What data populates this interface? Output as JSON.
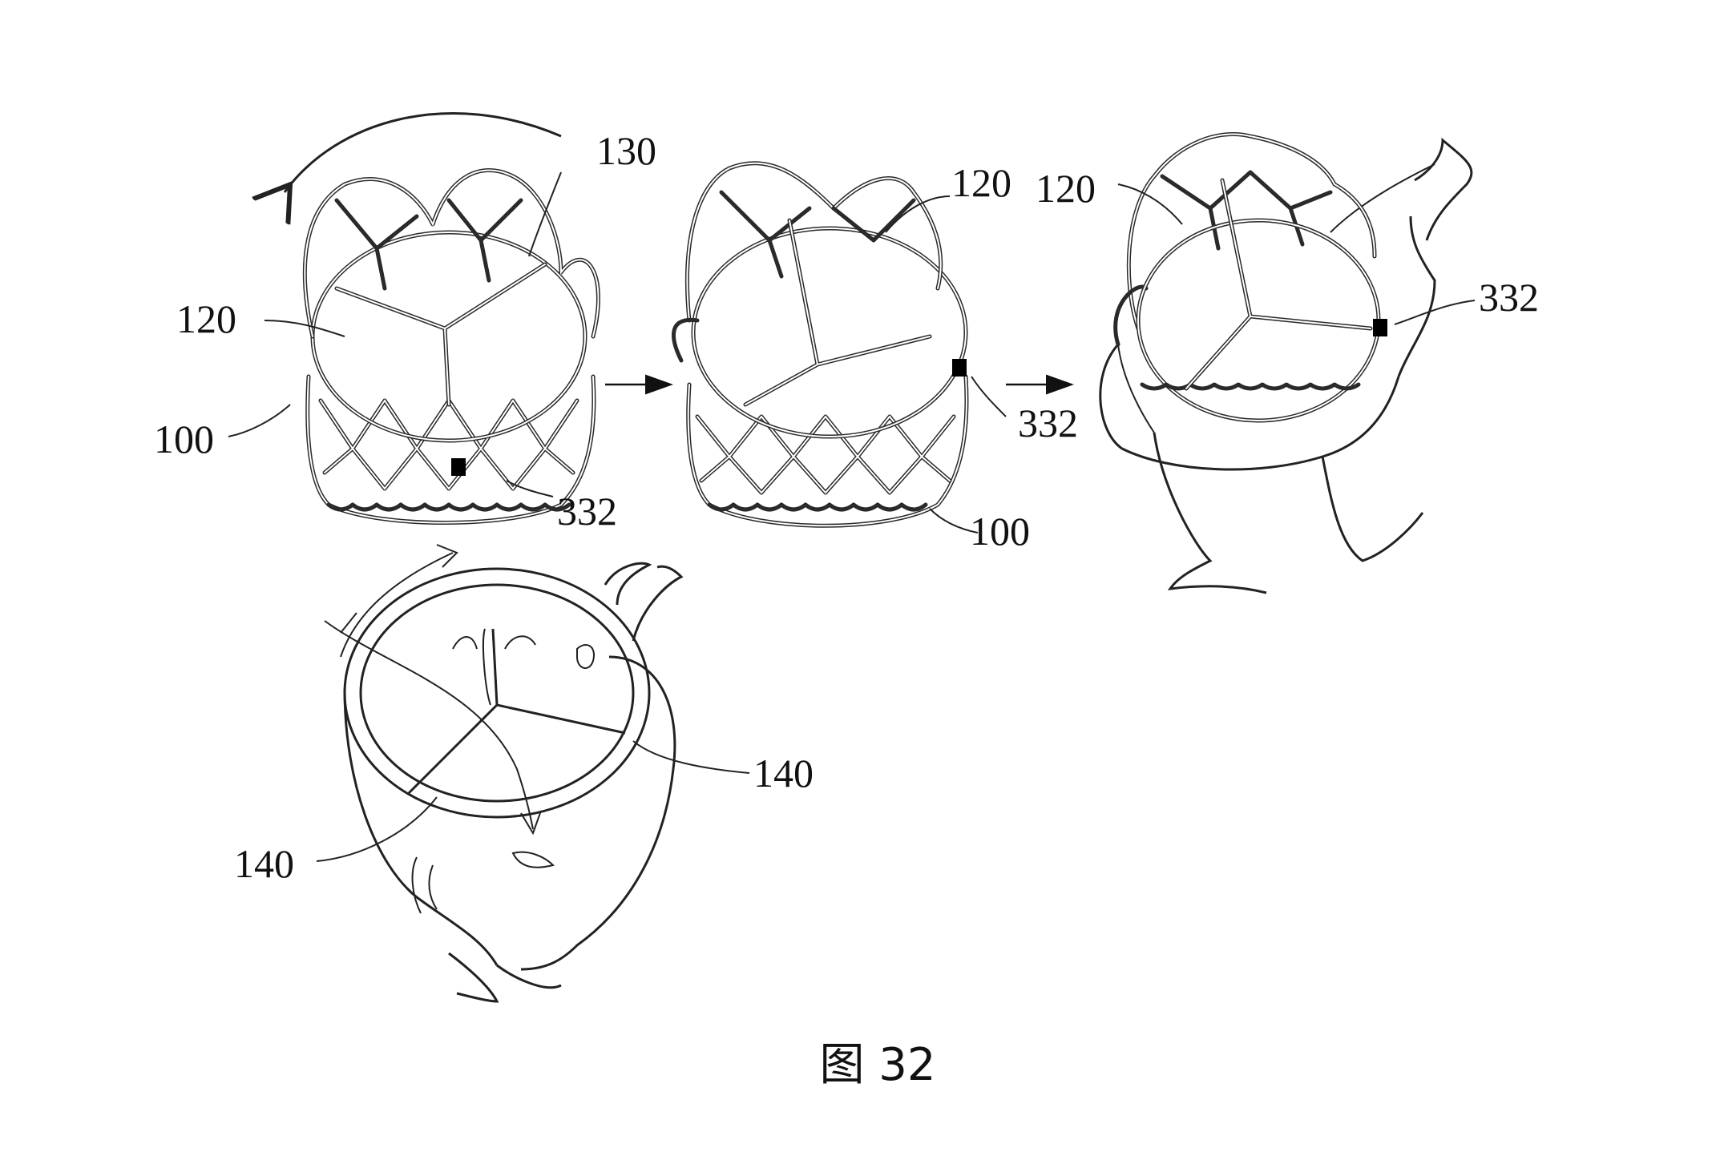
{
  "figure_caption": "图 32",
  "labels": {
    "stage1_130": "130",
    "stage1_120": "120",
    "stage1_100": "100",
    "stage1_332": "332",
    "stage2_120": "120",
    "stage2_332": "332",
    "stage2_100": "100",
    "stage3_120": "120",
    "stage3_332": "332",
    "anatomy_140_right": "140",
    "anatomy_140_left": "140"
  }
}
